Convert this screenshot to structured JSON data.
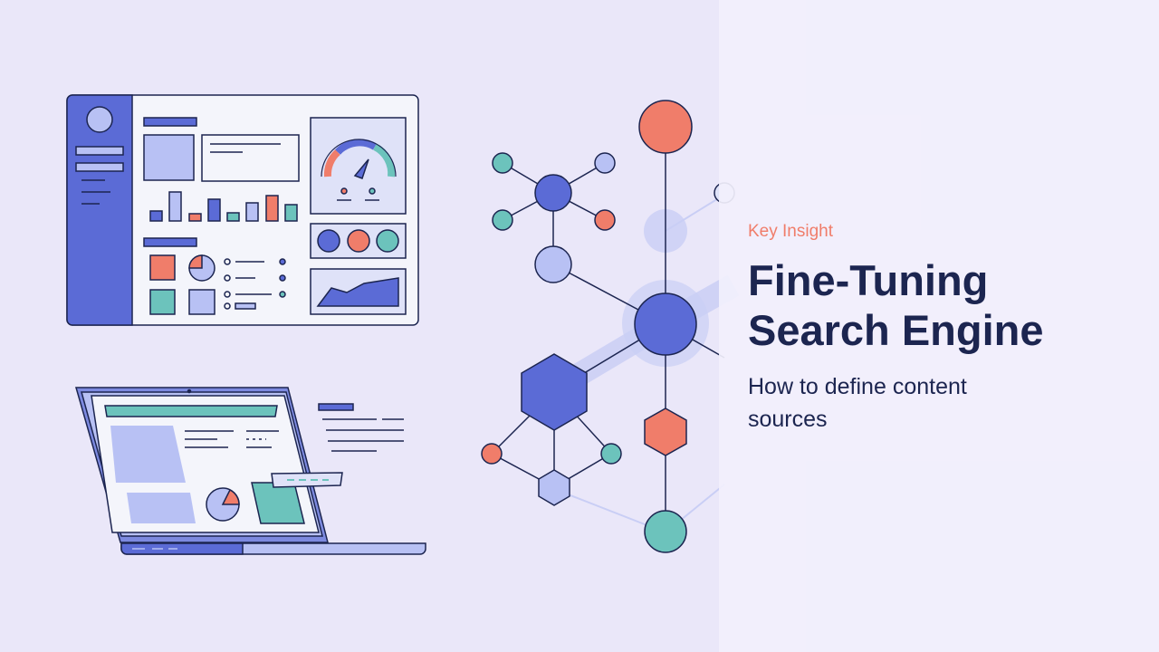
{
  "slide": {
    "eyebrow": "Key Insight",
    "title": "Fine-Tuning Search Engine",
    "subtitle": "How to define content sources"
  },
  "illustration": {
    "icons": [
      "dashboard-illustration",
      "laptop-illustration",
      "network-graph-illustration"
    ]
  },
  "colors": {
    "background": "#eae7f9",
    "panel": "#f2f0fc",
    "accent_coral": "#f07d6a",
    "accent_indigo": "#5b6bd6",
    "accent_teal": "#6cc3bc",
    "title_navy": "#1c2550"
  }
}
